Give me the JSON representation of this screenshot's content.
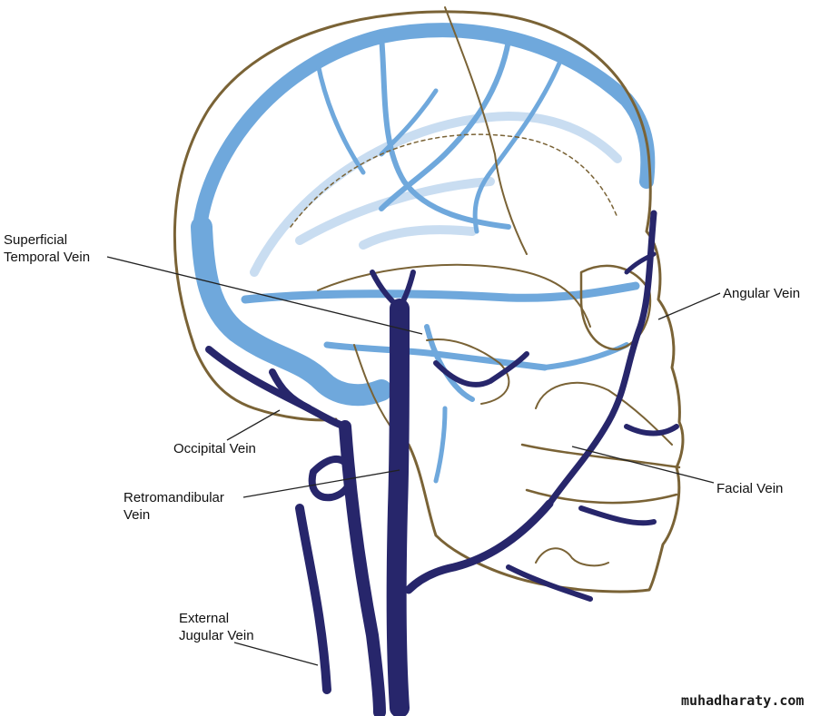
{
  "labels": {
    "superficial_temporal": {
      "line1": "Superficial",
      "line2": "Temporal Vein"
    },
    "angular": {
      "line1": "Angular Vein"
    },
    "occipital": {
      "line1": "Occipital Vein"
    },
    "retromandibular": {
      "line1": "Retromandibular",
      "line2": "Vein"
    },
    "facial": {
      "line1": "Facial Vein"
    },
    "external_jugular": {
      "line1": "External",
      "line2": "Jugular Vein"
    }
  },
  "watermark": "muhadharaty.com",
  "colors": {
    "bone_outline": "#7a6336",
    "light_vein": "#6fa8dc",
    "pale_vein": "#c9ddf1",
    "dark_vein": "#27266b",
    "leader_line": "#222222"
  }
}
